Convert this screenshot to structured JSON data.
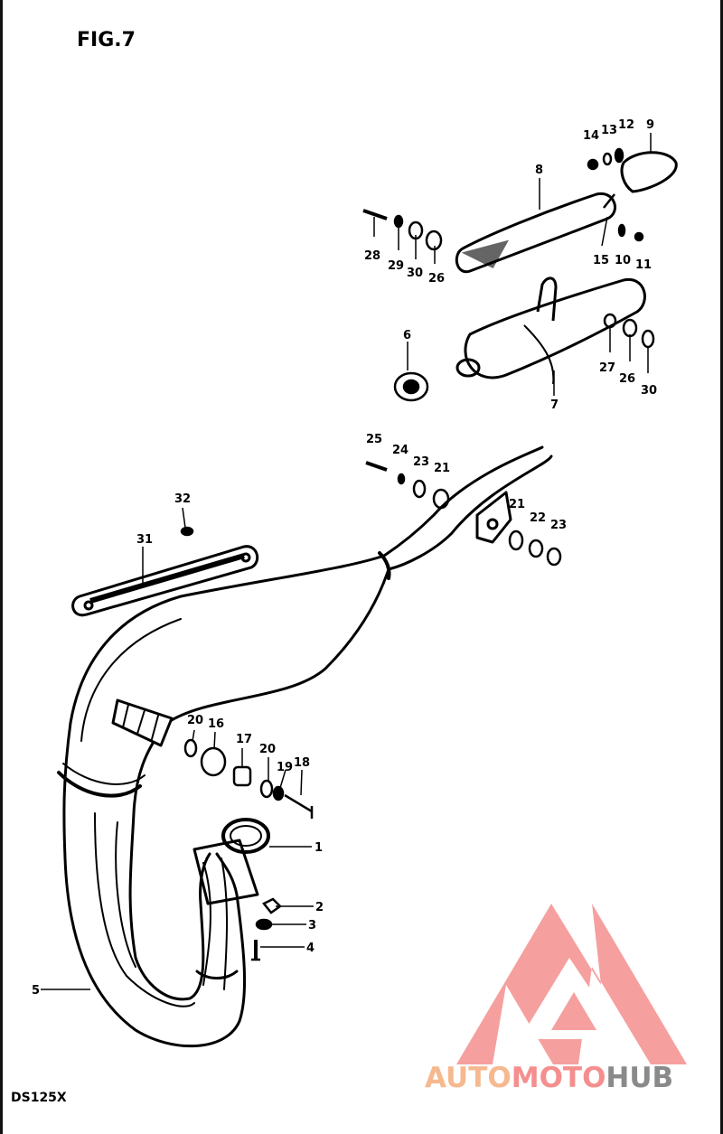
{
  "figure": {
    "title": "FIG.7",
    "model": "DS125X"
  },
  "watermark": {
    "part1": "AUTO",
    "part2": "MOTO",
    "part3": "HUB",
    "color_auto": "#f6b98f",
    "color_moto": "#f58f8f",
    "color_hub": "#8a8a8a",
    "logo_color": "#f58f8f"
  },
  "callouts": {
    "n1": "1",
    "n2": "2",
    "n3": "3",
    "n4": "4",
    "n5": "5",
    "n6": "6",
    "n7": "7",
    "n8": "8",
    "n9": "9",
    "n10": "10",
    "n11": "11",
    "n12": "12",
    "n13": "13",
    "n14": "14",
    "n15": "15",
    "n16": "16",
    "n17": "17",
    "n18": "18",
    "n19": "19",
    "n20a": "20",
    "n20b": "20",
    "n21a": "21",
    "n21b": "21",
    "n22": "22",
    "n23a": "23",
    "n23b": "23",
    "n24": "24",
    "n25": "25",
    "n26a": "26",
    "n26b": "26",
    "n27": "27",
    "n28": "28",
    "n29": "29",
    "n30a": "30",
    "n30b": "30",
    "n31": "31",
    "n32": "32"
  }
}
